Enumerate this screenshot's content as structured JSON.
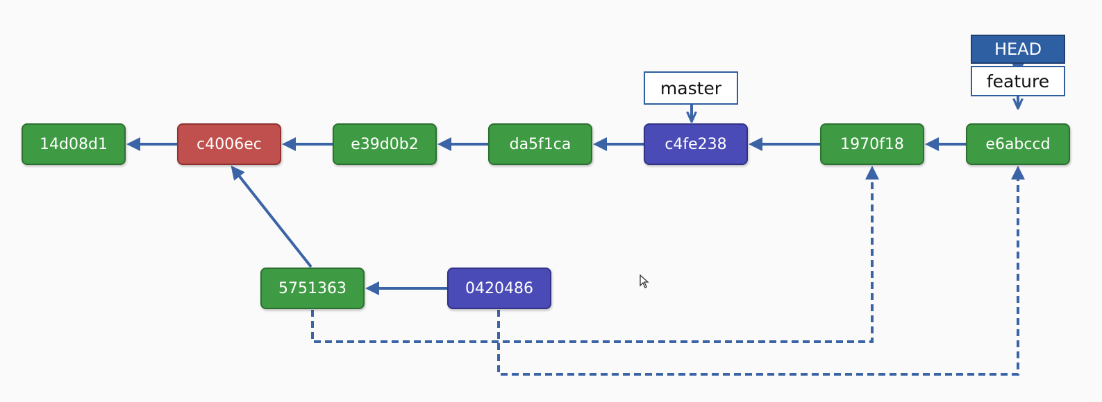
{
  "colors": {
    "edge": "#3b64a6",
    "green": "#3f9b43",
    "red": "#c0504d",
    "blue": "#4b4bb7",
    "head": "#2e5fa3"
  },
  "commits": [
    {
      "id": "14d08d1",
      "color": "green"
    },
    {
      "id": "c4006ec",
      "color": "red"
    },
    {
      "id": "e39d0b2",
      "color": "green"
    },
    {
      "id": "da5f1ca",
      "color": "green"
    },
    {
      "id": "c4fe238",
      "color": "blue"
    },
    {
      "id": "1970f18",
      "color": "green"
    },
    {
      "id": "e6abccd",
      "color": "green"
    },
    {
      "id": "5751363",
      "color": "green"
    },
    {
      "id": "0420486",
      "color": "blue"
    }
  ],
  "refs": {
    "master": "master",
    "head": "HEAD",
    "feature": "feature"
  }
}
